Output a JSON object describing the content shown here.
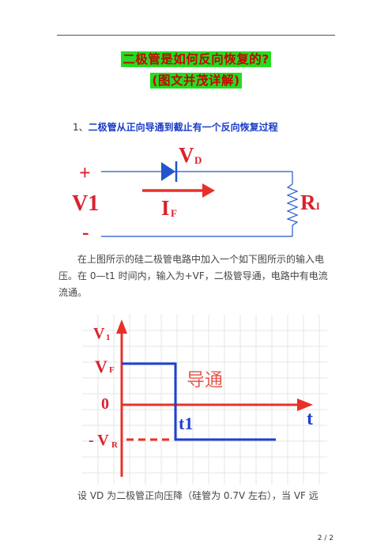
{
  "title": {
    "line1": "二极管是如何反向恢复的?",
    "line2": "(图文并茂详解)"
  },
  "section1": {
    "number": "1、",
    "text": "二极管从正向导通到截止有一个反向恢复过程"
  },
  "figure1": {
    "plus": "+",
    "minus": "-",
    "source": "V1",
    "vd_main": "V",
    "vd_sub": "D",
    "if_main": "I",
    "if_sub": "F",
    "rl_main": "R",
    "rl_sub": "L",
    "colors": {
      "label": "#d9232d",
      "wire": "#2255cc",
      "arrow": "#e8302a"
    }
  },
  "paragraph1": "在上图所示的硅二极管电路中加入一个如下图所示的输入电压。在 0—t1 时间内，输入为+VF，二极管导通，电路中有电流流通。",
  "figure2": {
    "y_axis_label_main": "V",
    "y_axis_label_sub": "1",
    "vf_main": "V",
    "vf_sub": "F",
    "zero": "0",
    "vr_prefix": "- V",
    "vr_sub": "R",
    "t1": "t1",
    "t": "t",
    "conduct": "导通",
    "colors": {
      "axis": "#e8302a",
      "signal": "#1f3fd0",
      "label": "#d9232d",
      "conduct": "#e85a50",
      "grid": "#e6e6e6"
    }
  },
  "paragraph2": "设 VD 为二极管正向压降（硅管为 0.7V 左右），当 VF 远",
  "page_number": "2 / 2"
}
